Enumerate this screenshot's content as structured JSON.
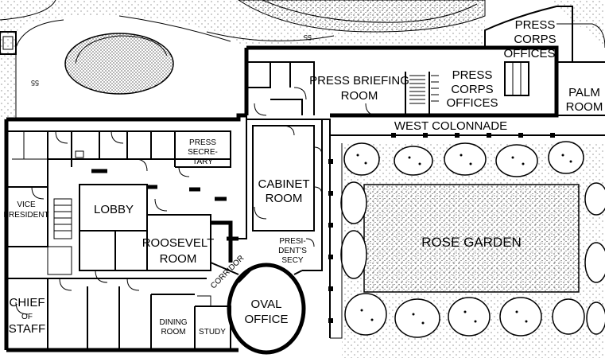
{
  "rooms": {
    "press_corps_offices_top": [
      "PRESS",
      "CORPS",
      "OFFICES"
    ],
    "press_briefing_room": [
      "PRESS BRIEFING",
      "ROOM"
    ],
    "press_corps_offices": [
      "PRESS",
      "CORPS",
      "OFFICES"
    ],
    "palm_room": [
      "PALM",
      "ROOM"
    ],
    "west_colonnade": "WEST COLONNADE",
    "press_secretary": [
      "PRESS",
      "SECRE-",
      "TARY"
    ],
    "cabinet_room": [
      "CABINET",
      "ROOM"
    ],
    "vice_president": [
      "VICE",
      "PRESIDENT"
    ],
    "lobby": "LOBBY",
    "roosevelt_room": [
      "ROOSEVELT",
      "ROOM"
    ],
    "presidents_secy": [
      "PRESI-",
      "DENT'S",
      "SECY"
    ],
    "rose_garden": "ROSE  GARDEN",
    "corridor": "CORRIDOR",
    "chief_of_staff": [
      "CHIEF",
      "OF",
      "STAFF"
    ],
    "oval_office": [
      "OVAL",
      "OFFICE"
    ],
    "dining_room": [
      "DINING",
      "ROOM"
    ],
    "study": "STUDY"
  },
  "markers": {
    "elevation_left": "55",
    "elevation_top": "55"
  }
}
